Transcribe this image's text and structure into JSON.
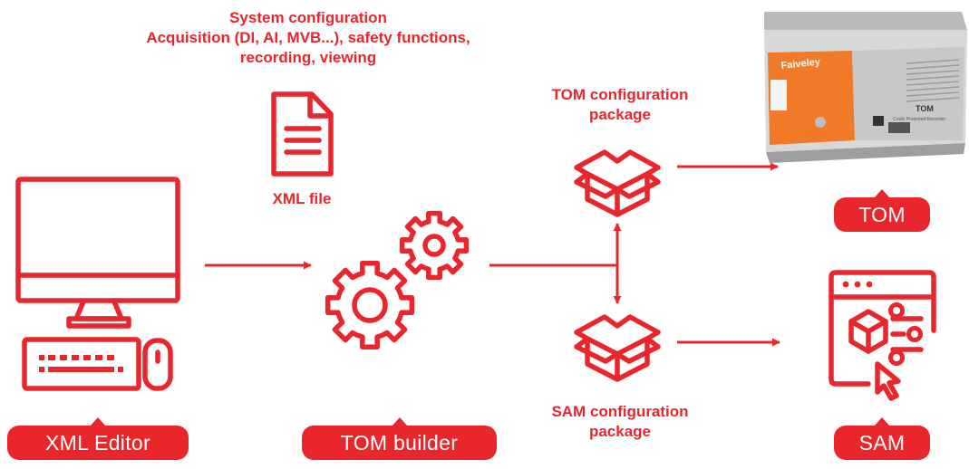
{
  "colors": {
    "accent": "#e8262c",
    "device_body": "#d7d8d8",
    "device_panel": "#f07a28"
  },
  "header": {
    "line1": "System configuration",
    "line2": "Acquisition (DI, AI, MVB...), safety functions,",
    "line3": "recording, viewing"
  },
  "xml_file_label": "XML file",
  "tom_package": {
    "line1": "TOM configuration",
    "line2": "package"
  },
  "sam_package": {
    "line1": "SAM configuration",
    "line2": "package"
  },
  "pills": {
    "xml_editor": "XML Editor",
    "tom_builder": "TOM builder",
    "tom": "TOM",
    "sam": "SAM"
  },
  "device": {
    "brand": "Faiveley",
    "model": "TOM",
    "subtitle": "Crash Protected Recorder"
  },
  "icons": {
    "computer": "desktop-computer-icon",
    "file": "document-file-icon",
    "gears": "gears-icon",
    "package": "open-box-icon",
    "app": "app-window-settings-icon"
  }
}
